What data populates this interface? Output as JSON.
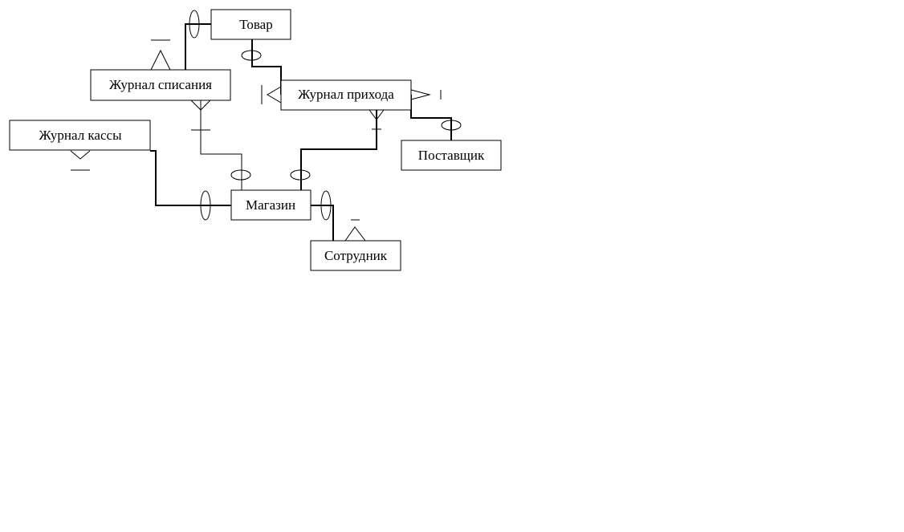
{
  "diagram": {
    "type": "er-diagram",
    "entities": [
      {
        "id": "tovar",
        "label": "Товар"
      },
      {
        "id": "zhurnal_spisaniya",
        "label": "Журнал списания"
      },
      {
        "id": "zhurnal_prihoda",
        "label": "Журнал прихода"
      },
      {
        "id": "zhurnal_kassy",
        "label": "Журнал кассы"
      },
      {
        "id": "postavshchik",
        "label": "Поставщик"
      },
      {
        "id": "magazin",
        "label": "Магазин"
      },
      {
        "id": "sotrudnik",
        "label": "Сотрудник"
      }
    ],
    "relationships": [
      {
        "from": "zhurnal_spisaniya",
        "to": "tovar",
        "from_end": "many (triangle)",
        "to_end": "optional one (oval)"
      },
      {
        "from": "zhurnal_prihoda",
        "to": "tovar",
        "from_end": "many (crow foot)",
        "to_end": "optional one (oval)"
      },
      {
        "from": "zhurnal_spisaniya",
        "to": "magazin",
        "from_end": "many (crow foot)",
        "to_end": "optional one (oval)"
      },
      {
        "from": "zhurnal_prihoda",
        "to": "magazin",
        "from_end": "many (crow foot)",
        "to_end": "optional one (oval)"
      },
      {
        "from": "zhurnal_prihoda",
        "to": "postavshchik",
        "from_end": "many (crow foot)",
        "to_end": "optional one (oval)"
      },
      {
        "from": "zhurnal_kassy",
        "to": "magazin",
        "from_end": "many (triangle)",
        "to_end": "optional one (oval)"
      },
      {
        "from": "sotrudnik",
        "to": "magazin",
        "from_end": "many (triangle)",
        "to_end": "optional one (oval)"
      }
    ]
  }
}
